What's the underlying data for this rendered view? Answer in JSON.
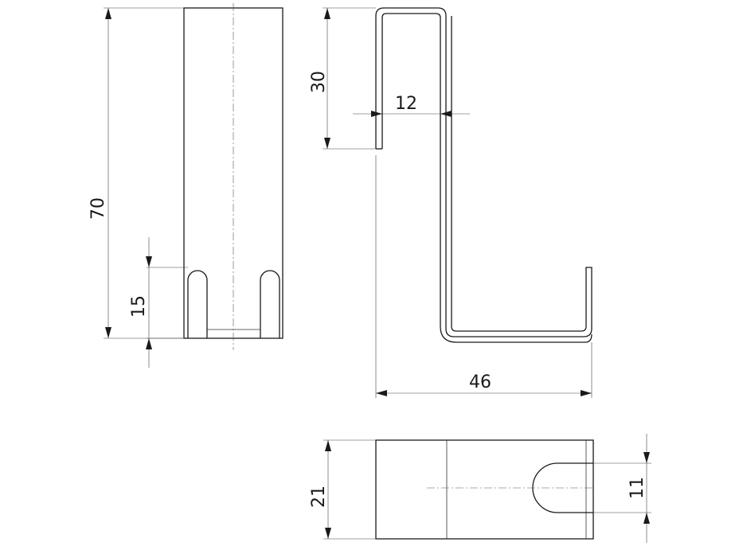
{
  "dimensions": {
    "front_height": "70",
    "front_slot_height": "15",
    "side_top_drop": "30",
    "side_thickness_gap": "12",
    "side_depth": "46",
    "bottom_width": "21",
    "bottom_slot_width": "11"
  },
  "colors": {
    "line": "#1a1a1a",
    "background": "#ffffff"
  }
}
